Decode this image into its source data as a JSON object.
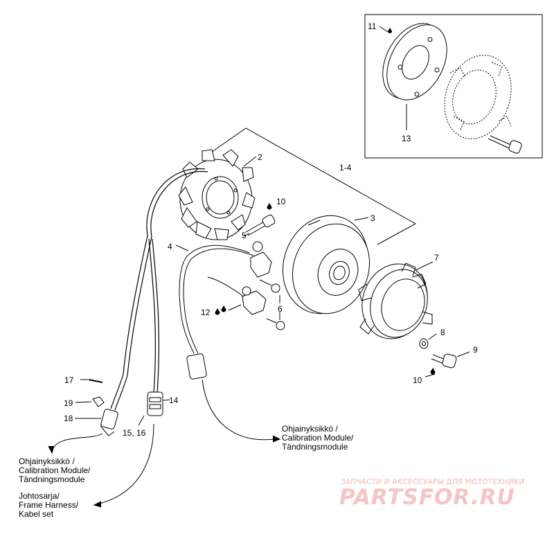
{
  "callouts": {
    "c11": "11",
    "c13": "13",
    "c2": "2",
    "c1_4": "1-4",
    "c10a": "10",
    "c5": "5",
    "c4": "4",
    "c3": "3",
    "c7": "7",
    "c12": "12",
    "c6": "6",
    "c8": "8",
    "c9": "9",
    "c10b": "10",
    "c17": "17",
    "c19": "19",
    "c18": "18",
    "c14": "14",
    "c15_16": "15, 16"
  },
  "notes": {
    "calibration_left": [
      "Ohjainyksikkö /",
      "Calibration Module/",
      "Tändningsmodule"
    ],
    "calibration_right": [
      "Ohjainyksikkö /",
      "Calibration Module/",
      "Tändningsmodule"
    ],
    "harness": [
      "Johtosarja/",
      "Frame Harness/",
      "Kabel set"
    ]
  },
  "watermark": {
    "tagline": "ЗАПЧАСТИ И АКСЕССУАРЫ ДЛЯ МОТОТЕХНИКИ",
    "logo": "PARTSFOR.RU"
  },
  "colors": {
    "line": "#000000",
    "watermark": "#f3b7b7"
  }
}
